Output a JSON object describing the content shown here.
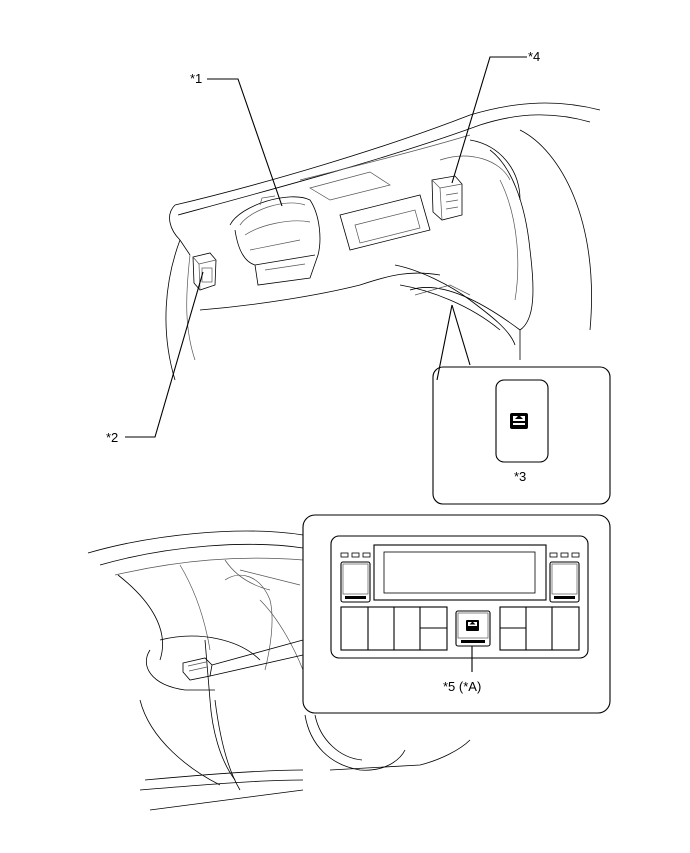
{
  "callouts": {
    "c1": "*1",
    "c2": "*2",
    "c3": "*3",
    "c4": "*4",
    "c5": "*5 (*A)"
  },
  "icons": {
    "switch_symbol": "seat-adjust-icon"
  },
  "colors": {
    "line": "#000000",
    "background": "#ffffff"
  }
}
